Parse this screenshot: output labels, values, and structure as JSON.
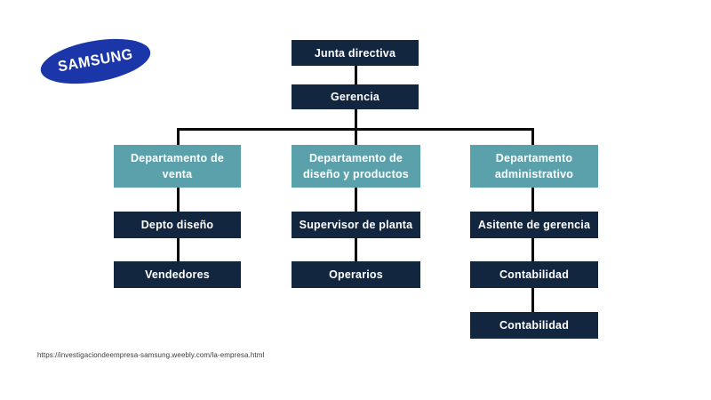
{
  "page": {
    "logo_text": "SAMSUNG",
    "source_url": "https://investigaciondeempresa-samsung.weebly.com/la-empresa.html"
  },
  "colors": {
    "navy": "#132640",
    "teal": "#5ba1ab",
    "logo_blue": "#1b36a9",
    "line": "#0a0a0a"
  },
  "org_chart": {
    "root": {
      "label": "Junta directiva"
    },
    "level2": {
      "label": "Gerencia"
    },
    "branches": [
      {
        "department": "Departamento de venta",
        "children": [
          "Depto diseño",
          "Vendedores"
        ]
      },
      {
        "department": "Departamento de diseño y productos",
        "children": [
          "Supervisor de planta",
          "Operarios"
        ]
      },
      {
        "department": "Departamento administrativo",
        "children": [
          "Asitente de gerencia",
          "Contabilidad",
          "Contabilidad"
        ]
      }
    ]
  }
}
